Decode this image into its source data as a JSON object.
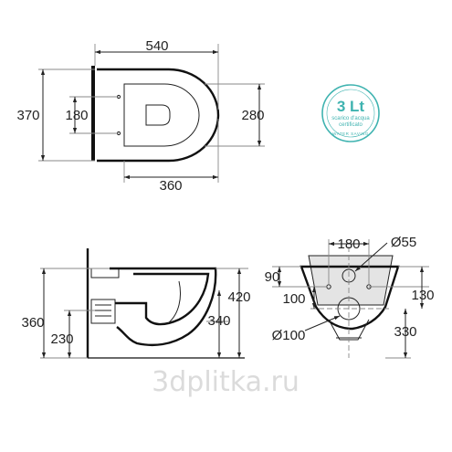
{
  "top_view": {
    "length": "540",
    "depth_overall": "360",
    "width": "370",
    "fixing_spacing": "180",
    "bowl_width": "280"
  },
  "badge": {
    "volume": "3 Lt",
    "line1": "scarico d'acqua",
    "line2": "certificato",
    "ring_text": "WATER SAVING",
    "color": "#3fb3b0"
  },
  "side_view": {
    "overall_height": "360",
    "outlet_height": "230",
    "rim_height": "420",
    "bowl_height": "340"
  },
  "front_view": {
    "fixing_spacing": "180",
    "outlet_diameter": "Ø55",
    "fixing_height": "90",
    "inlet_offset": "100",
    "fixing_offset": "130",
    "outlet_vertical": "330",
    "inlet_diameter": "Ø100"
  },
  "watermark": "3dplitka.ru"
}
